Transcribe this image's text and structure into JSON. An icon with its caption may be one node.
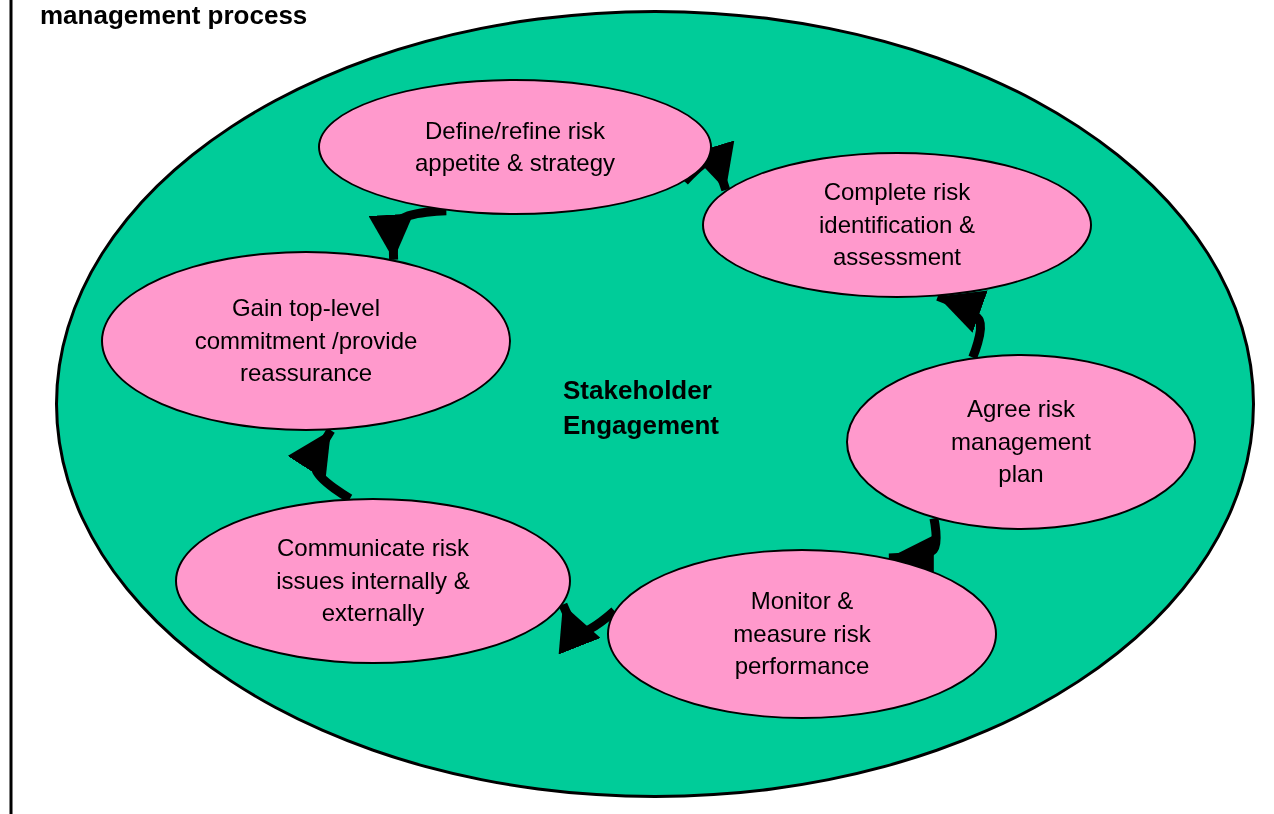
{
  "diagram": {
    "title": "management process",
    "nodes": [
      {
        "text": [
          "Stakeholder Engagement"
        ]
      },
      {
        "text": [
          "Define/refine risk appetite & strategy"
        ],
        "in": 0
      },
      {
        "text": [
          "Complete risk identification & assessment"
        ],
        "in": 0
      },
      {
        "text": [
          "Agree risk management plan"
        ],
        "in": 0
      },
      {
        "text": [
          "Monitor & measure risk performance"
        ],
        "in": 0
      },
      {
        "text": [
          "Communicate risk issues internally & externally"
        ],
        "in": 0
      },
      {
        "text": [
          "Gain top-level commitment /provide reassurance"
        ],
        "in": 0
      }
    ],
    "edges": [
      {
        "from": 1,
        "to": 2,
        "arrow": "to"
      },
      {
        "from": 3,
        "to": 2,
        "arrow": "to"
      },
      {
        "from": 3,
        "to": 4,
        "arrow": "to"
      },
      {
        "from": 4,
        "to": 5,
        "arrow": "to"
      },
      {
        "from": 5,
        "to": 6,
        "arrow": "to"
      },
      {
        "from": 1,
        "to": 6,
        "arrow": "to"
      }
    ]
  }
}
